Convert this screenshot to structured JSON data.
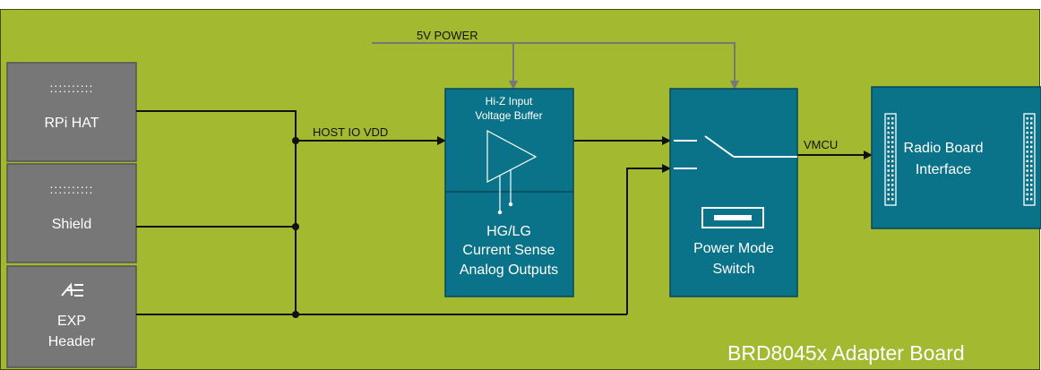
{
  "board": {
    "title": "BRD8045x Adapter Board",
    "background_color": "#a2b930",
    "border_color": "#3f4a10"
  },
  "colors": {
    "block_fill": "#0b7389",
    "block_stroke": "#08475a",
    "side_block_fill": "#777777",
    "side_block_stroke": "#555555",
    "signal_line": "#111111",
    "power_line": "#777777",
    "white": "#ffffff"
  },
  "connectors": {
    "rpi_hat": {
      "dots": "::::::::::",
      "label": "RPi HAT"
    },
    "shield": {
      "dots": "::::::::::",
      "label": "Shield"
    },
    "exp_header": {
      "icon": "exp-header-symbol-icon",
      "label_line1": "EXP",
      "label_line2": "Header"
    }
  },
  "power": {
    "label": "5V POWER"
  },
  "signals": {
    "host_io_vdd": "HOST IO VDD",
    "vmcu": "VMCU"
  },
  "buffer": {
    "title_line1": "Hi-Z Input",
    "title_line2": "Voltage Buffer",
    "sense_line1": "HG/LG",
    "sense_line2": "Current Sense",
    "sense_line3": "Analog Outputs"
  },
  "power_switch": {
    "label_line1": "Power Mode",
    "label_line2": "Switch"
  },
  "radio": {
    "label_line1": "Radio Board",
    "label_line2": "Interface"
  }
}
